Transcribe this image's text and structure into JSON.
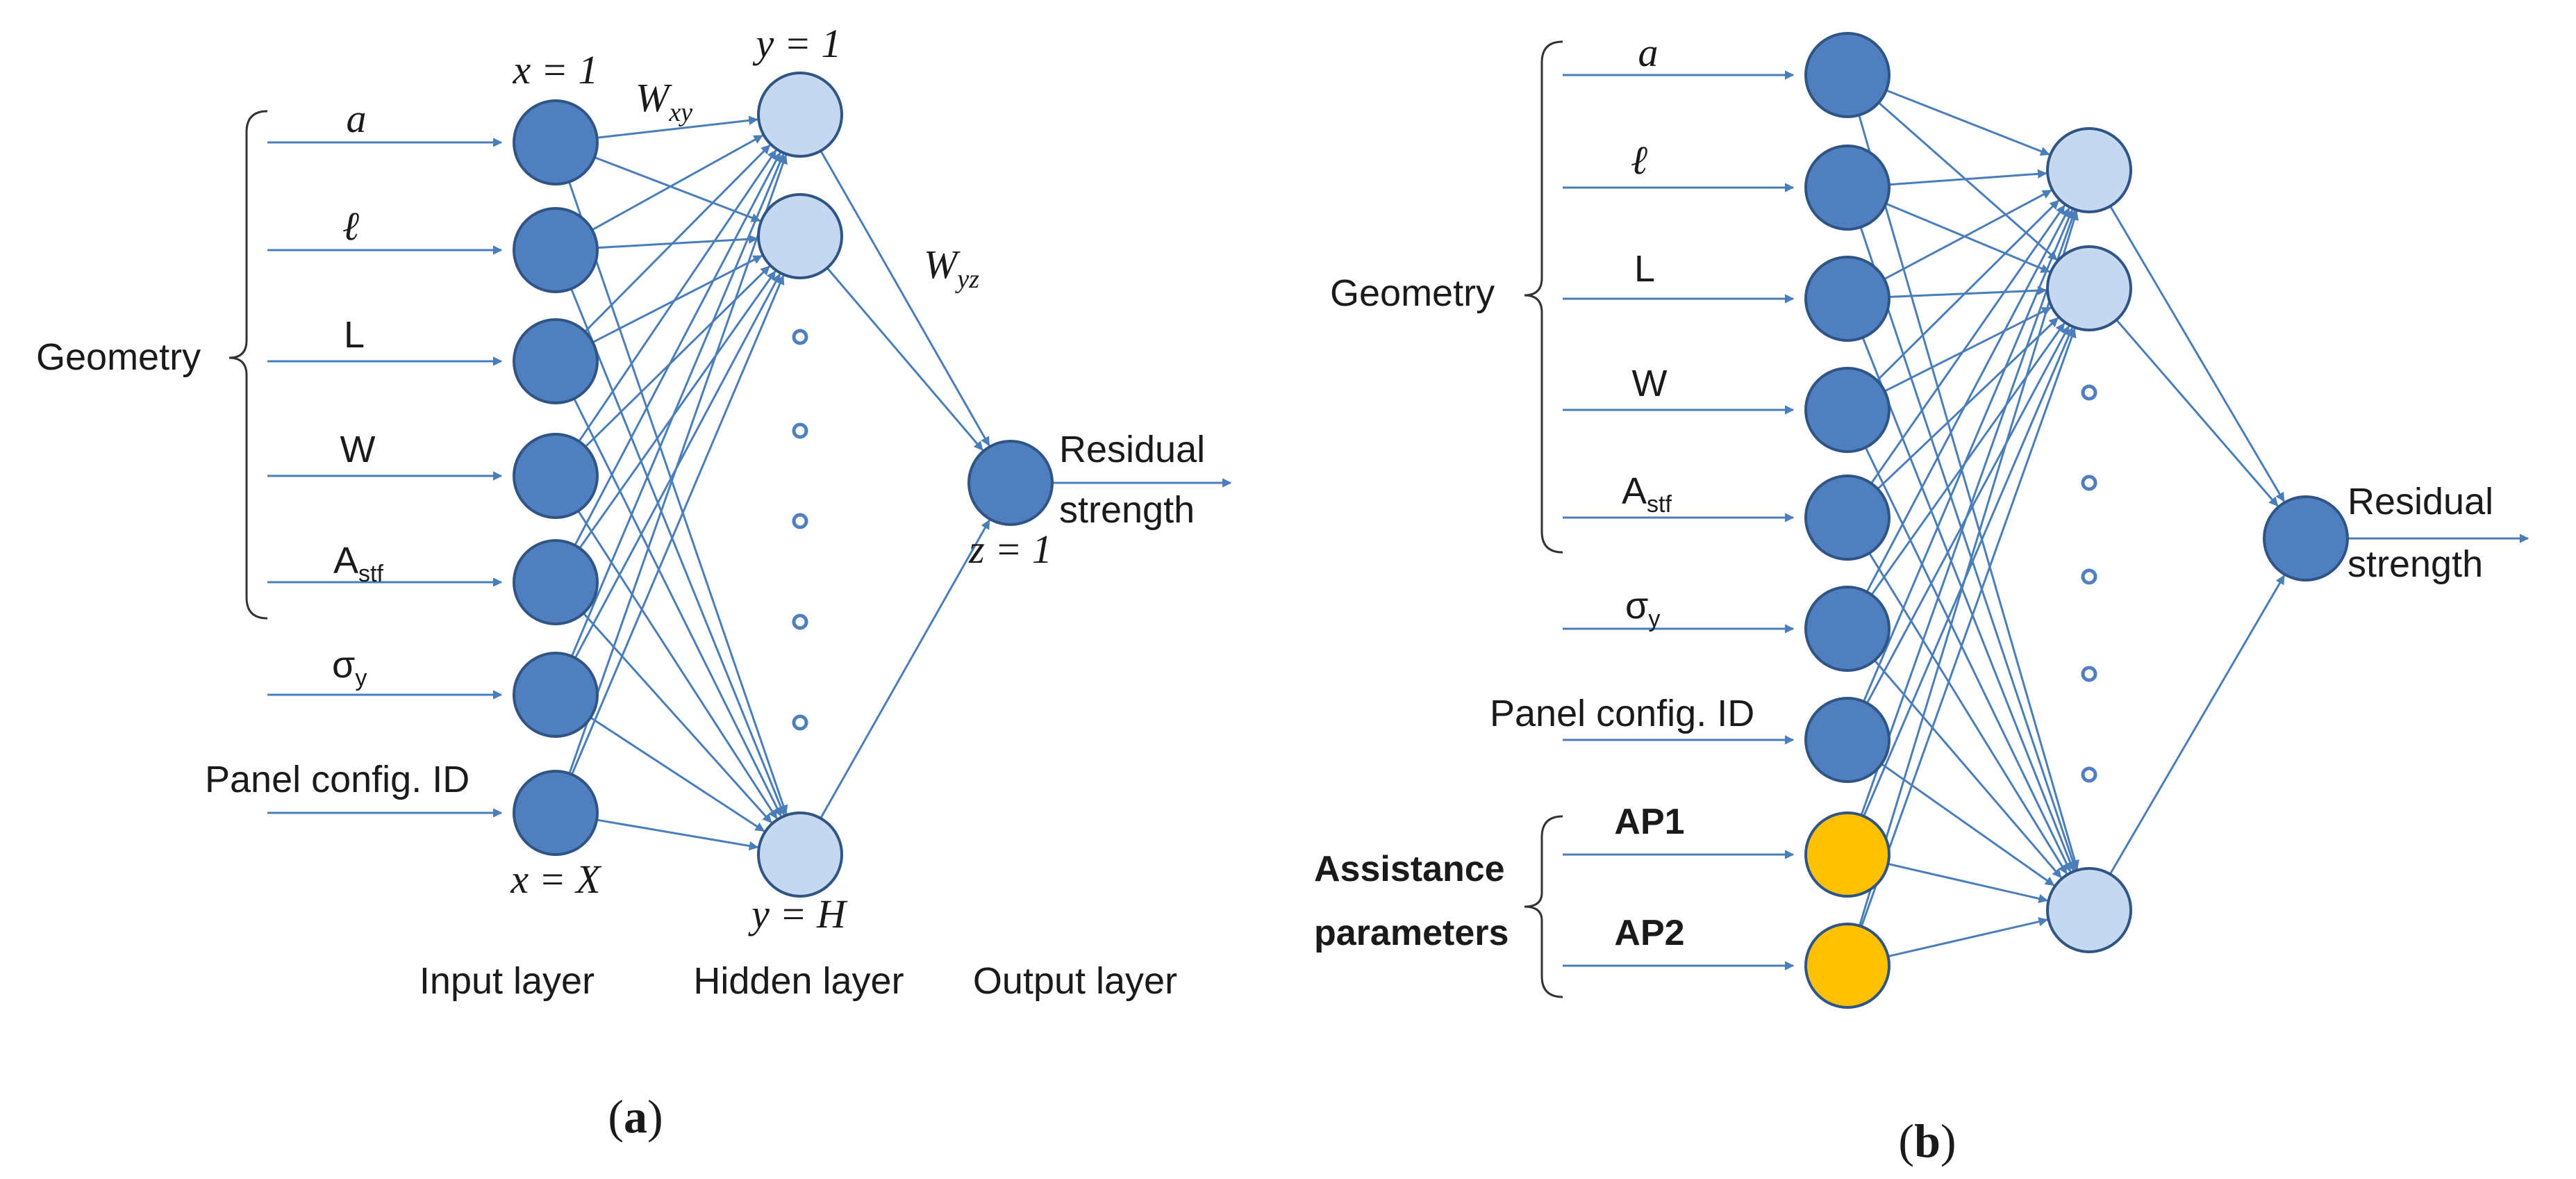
{
  "colors": {
    "arrow": "#4a7ebb",
    "node_input": "#4f7fbe",
    "node_hidden": "#c6d8ef",
    "node_stroke": "#2f5586",
    "node_assist": "#ffc000",
    "node_assist_stroke": "#2f5586"
  },
  "panel_a": {
    "inputs": [
      "a",
      "ℓ",
      "L",
      "W",
      "A",
      "σ",
      "Panel config. ID"
    ],
    "inputs_subscripts": {
      "A": "stf",
      "σ": "y"
    },
    "group_label": "Geometry",
    "node_labels": {
      "x_first": "x = 1",
      "x_last": "x = X",
      "y_first": "y = 1",
      "y_last": "y = H",
      "z_first": "z = 1",
      "w_xy": "W",
      "w_xy_sub": "xy",
      "w_yz": "W",
      "w_yz_sub": "yz"
    },
    "output_label_line1": "Residual",
    "output_label_line2": "strength",
    "layer_labels": [
      "Input layer",
      "Hidden layer",
      "Output layer"
    ],
    "caption_open": "(",
    "caption_letter": "a",
    "caption_close": ")"
  },
  "panel_b": {
    "inputs": [
      "a",
      "ℓ",
      "L",
      "W",
      "A",
      "σ",
      "Panel config. ID"
    ],
    "inputs_subscripts": {
      "A": "stf",
      "σ": "y"
    },
    "assist_inputs": [
      "AP1",
      "AP2"
    ],
    "group_label": "Geometry",
    "assist_label_line1": "Assistance",
    "assist_label_line2": "parameters",
    "output_label_line1": "Residual",
    "output_label_line2": "strength",
    "caption_open": "(",
    "caption_letter": "b",
    "caption_close": ")"
  }
}
